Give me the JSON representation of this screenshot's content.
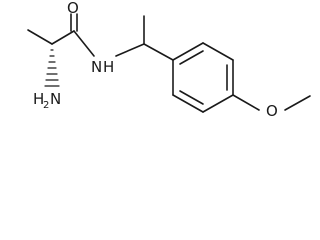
{
  "molecule": {
    "atoms": {
      "oxygen_carbonyl": "O",
      "nitrogen_amide": "N",
      "hydrogen_amide": "H",
      "amine_hydrogen": "H",
      "amine_subscript": "2",
      "amine_nitrogen": "N",
      "oxygen_ether": "O"
    }
  },
  "colors": {
    "ink": "#1a1a1a",
    "background": "#ffffff"
  }
}
